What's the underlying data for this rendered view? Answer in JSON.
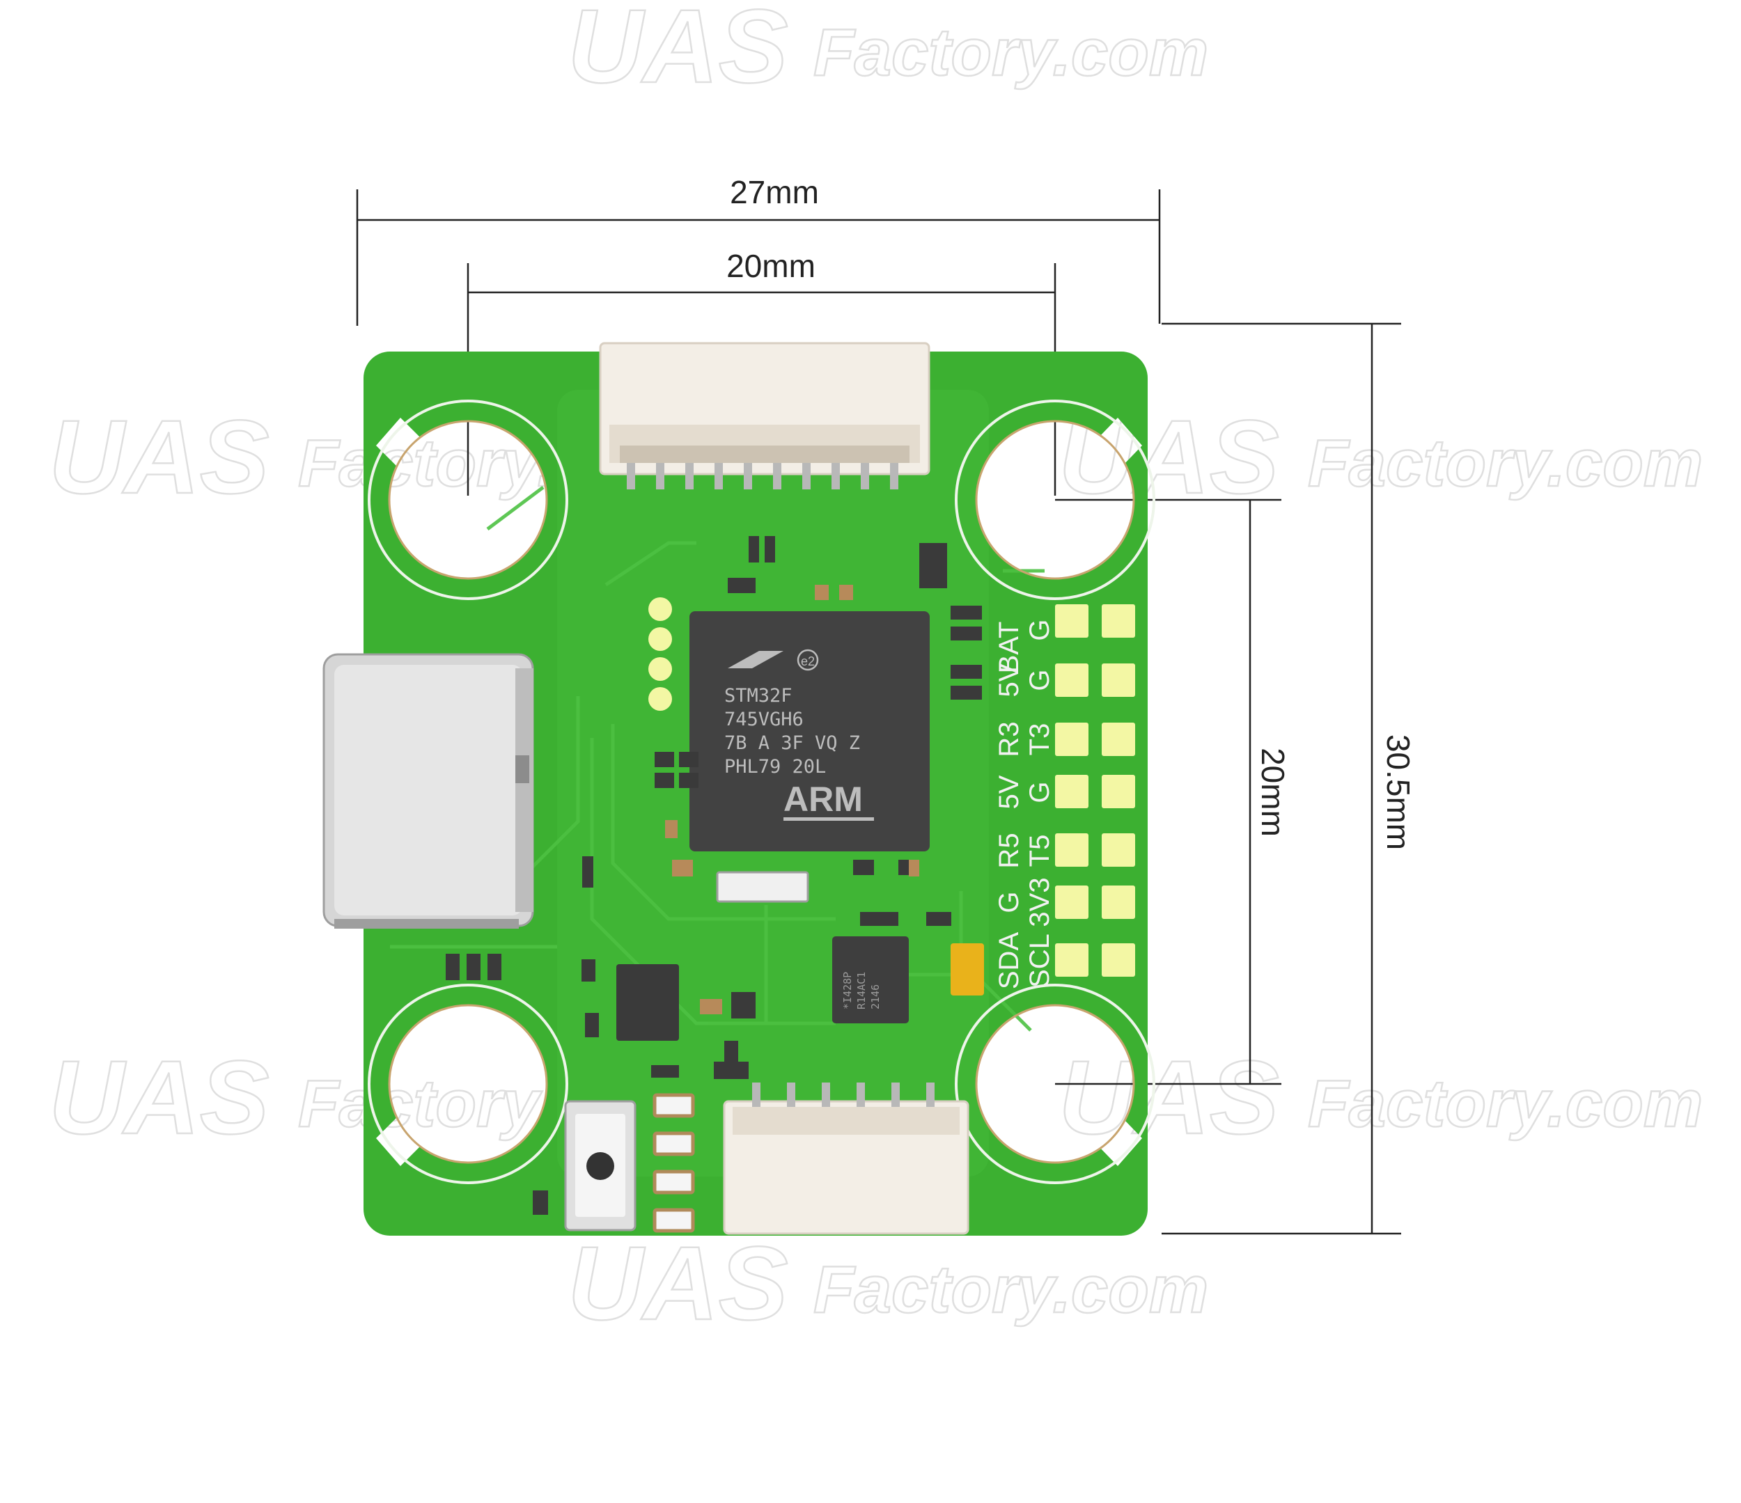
{
  "dimensions": {
    "outer_width": "27mm",
    "mount_width": "20mm",
    "mount_height": "20mm",
    "outer_height": "30.5mm"
  },
  "watermark": {
    "brand": "UAS",
    "suffix": "Factory.com"
  },
  "mcu": {
    "line1": "STM32F",
    "line2": "745VGH6",
    "line3": "7B A 3F VQ Z",
    "line4": "PHL79 20L",
    "logo": "ARM",
    "badge": "e2"
  },
  "imu": {
    "line1": "*I428P",
    "line2": "R14AC1",
    "line3": "2146"
  },
  "pad_labels": {
    "rows": [
      {
        "left": "BAT",
        "right": "G"
      },
      {
        "left": "5V",
        "right": "G"
      },
      {
        "left": "R3",
        "right": "T3"
      },
      {
        "left": "5V",
        "right": "G"
      },
      {
        "left": "R5",
        "right": "T5"
      },
      {
        "left": "G",
        "right": "3V3"
      },
      {
        "left": "SDA",
        "right": "SCL"
      }
    ]
  },
  "colors": {
    "pcb": "#3cb031",
    "pcb_light": "#54c846",
    "pad": "#f3f7a4",
    "chip": "#424242",
    "connector": "#f3eee6",
    "dimension_line": "#222222"
  }
}
